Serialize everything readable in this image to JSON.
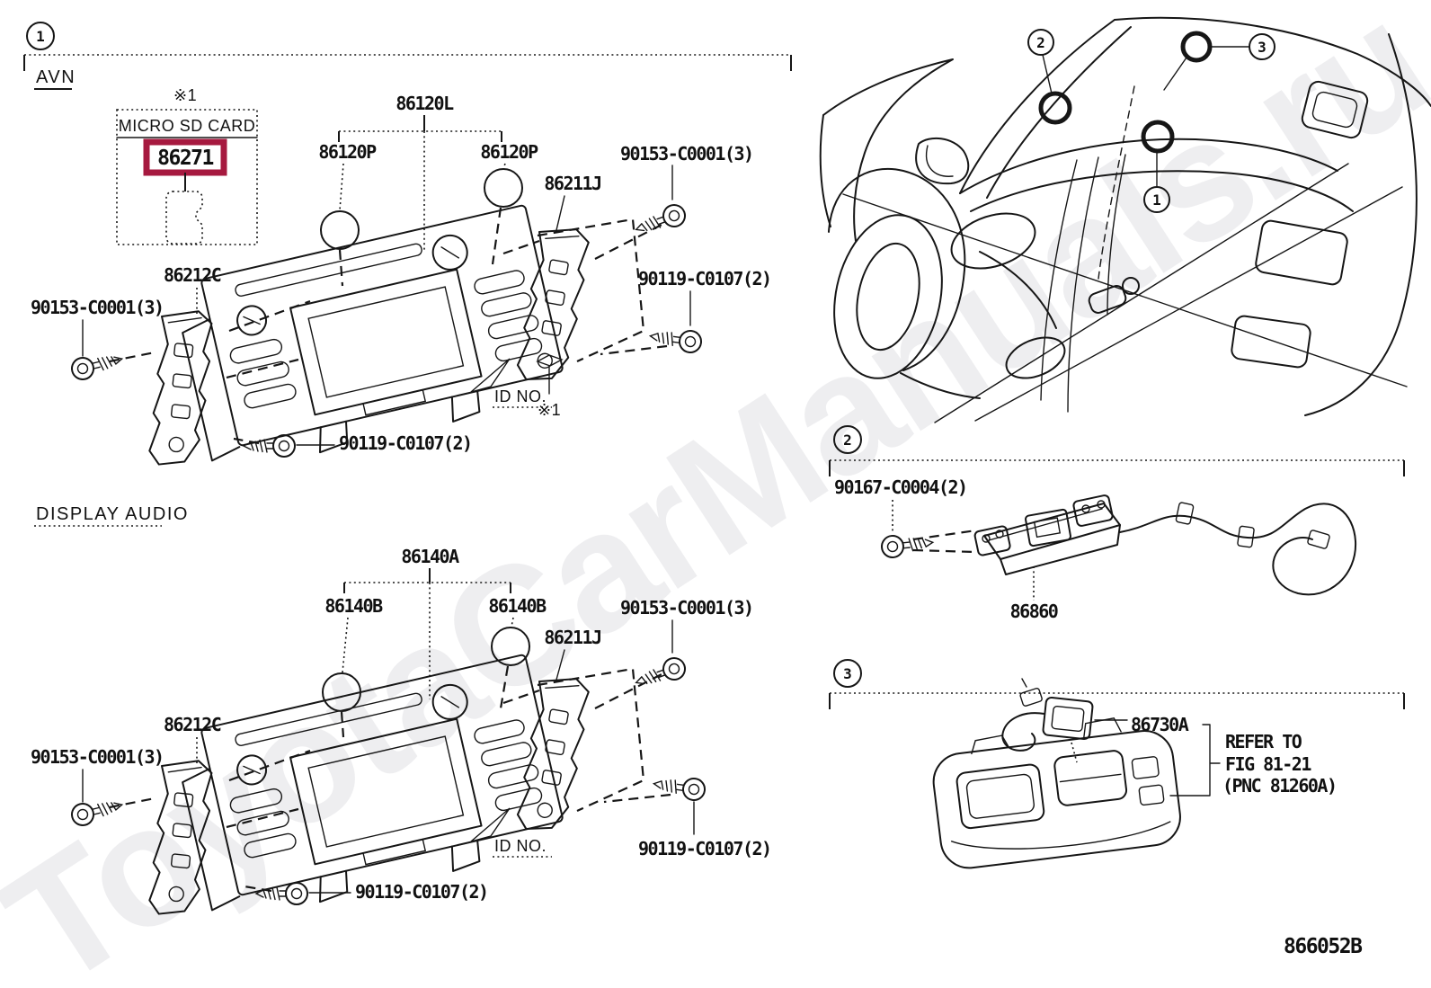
{
  "colors": {
    "highlight": "#A6193F",
    "ink": "#161616"
  },
  "watermark": {
    "text": "ToyotaCarManuals.ru"
  },
  "callouts": {
    "c1": "1",
    "c2": "2",
    "c3": "3"
  },
  "avn": {
    "title": "AVN",
    "note_top": "※1",
    "sd_box": {
      "title": "MICRO SD CARD",
      "part": "86271"
    },
    "parts": {
      "receiver": "86120L",
      "knob_left": "86120P",
      "knob_right": "86120P",
      "bracket_right": "86211J",
      "bracket_left": "86212C",
      "screw_top_right": "90153-C0001(3)",
      "screw_left": "90153-C0001(3)",
      "screw_right": "90119-C0107(2)",
      "screw_bottom": "90119-C0107(2)",
      "id_no": "ID NO.",
      "note_ref": "※1"
    }
  },
  "display_audio": {
    "title": "DISPLAY AUDIO",
    "parts": {
      "receiver": "86140A",
      "knob_left": "86140B",
      "knob_right": "86140B",
      "bracket_right": "86211J",
      "bracket_left": "86212C",
      "screw_top_right": "90153-C0001(3)",
      "screw_left": "90153-C0001(3)",
      "screw_right": "90119-C0107(2)",
      "screw_bottom": "90119-C0107(2)",
      "id_no": "ID NO."
    }
  },
  "section2": {
    "screw": "90167-C0004(2)",
    "amplifier": "86860"
  },
  "section3": {
    "mic": "86730A",
    "refer_line1": "REFER TO",
    "refer_line2": "FIG 81-21",
    "refer_line3": "(PNC 81260A)"
  },
  "footer": {
    "figure_code": "866052B"
  }
}
